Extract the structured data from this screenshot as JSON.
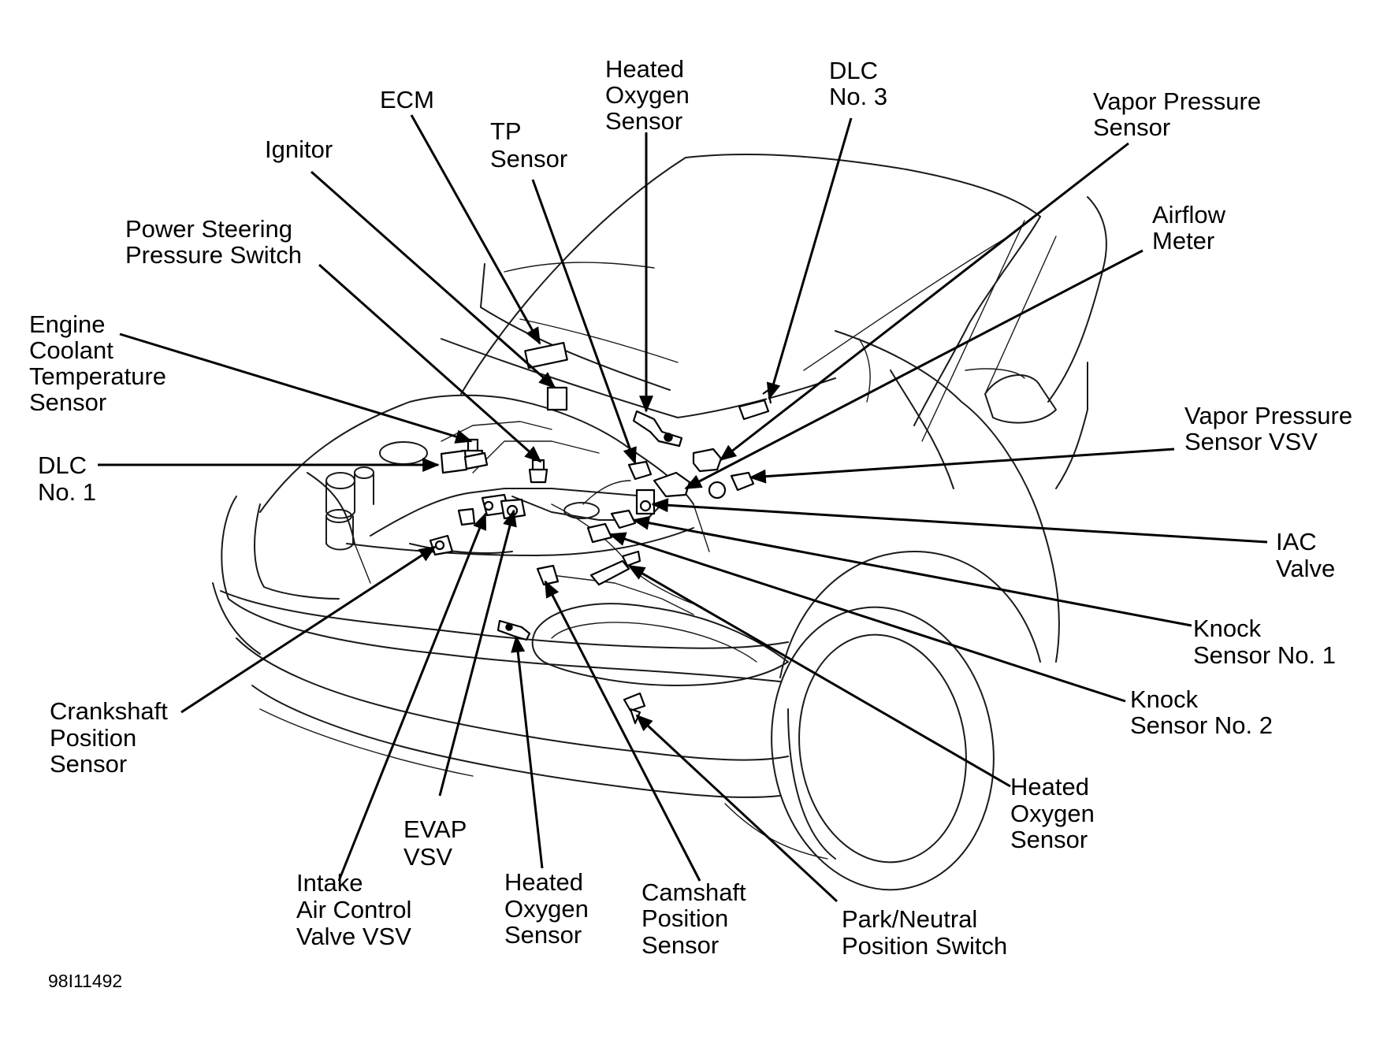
{
  "labels": {
    "ecm": [
      "ECM"
    ],
    "heated_oxygen_sensor_top": [
      "Heated",
      "Oxygen",
      "Sensor"
    ],
    "dlc_no3": [
      "DLC",
      "No. 3"
    ],
    "vapor_pressure_sensor": [
      "Vapor Pressure",
      "Sensor"
    ],
    "ignitor": [
      "Ignitor"
    ],
    "tp_sensor": [
      "TP",
      "Sensor"
    ],
    "airflow_meter": [
      "Airflow",
      "Meter"
    ],
    "power_steering_pressure_switch": [
      "Power Steering",
      "Pressure Switch"
    ],
    "engine_coolant_temperature_sensor": [
      "Engine",
      "Coolant",
      "Temperature",
      "Sensor"
    ],
    "vapor_pressure_sensor_vsv": [
      "Vapor Pressure",
      "Sensor VSV"
    ],
    "dlc_no1": [
      "DLC",
      "No. 1"
    ],
    "iac_valve": [
      "IAC",
      "Valve"
    ],
    "knock_sensor_no1": [
      "Knock",
      "Sensor No. 1"
    ],
    "knock_sensor_no2": [
      "Knock",
      "Sensor No. 2"
    ],
    "crankshaft_position_sensor": [
      "Crankshaft",
      "Position",
      "Sensor"
    ],
    "heated_oxygen_sensor_right": [
      "Heated",
      "Oxygen",
      "Sensor"
    ],
    "evap_vsv": [
      "EVAP",
      "VSV"
    ],
    "intake_air_control_valve_vsv": [
      "Intake",
      "Air Control",
      "Valve VSV"
    ],
    "heated_oxygen_sensor_bottom": [
      "Heated",
      "Oxygen",
      "Sensor"
    ],
    "camshaft_position_sensor": [
      "Camshaft",
      "Position",
      "Sensor"
    ],
    "park_neutral_position_switch": [
      "Park/Neutral",
      "Position Switch"
    ]
  },
  "figure_id": "98I11492"
}
